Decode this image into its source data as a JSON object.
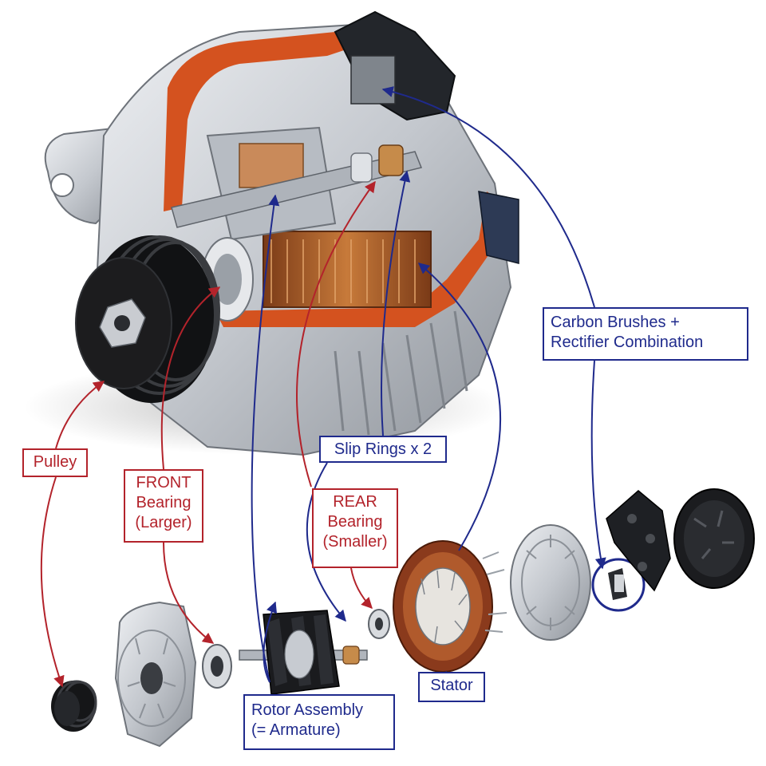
{
  "colors": {
    "red_callout": "#b3232b",
    "blue_callout": "#1f2a8c",
    "housing_aluminum": "#c8ccd2",
    "cutaway_orange": "#d4521f",
    "copper_windings": "#b8662f",
    "pulley_black": "#1c1c1e"
  },
  "callouts": {
    "pulley": {
      "lines": [
        "Pulley"
      ]
    },
    "front_bearing": {
      "lines": [
        "FRONT",
        "Bearing",
        "(Larger)"
      ]
    },
    "rear_bearing": {
      "lines": [
        "REAR",
        "Bearing",
        "(Smaller)"
      ]
    },
    "slip_rings": {
      "lines": [
        "Slip Rings x 2"
      ]
    },
    "carbon_brushes": {
      "lines": [
        "Carbon Brushes +",
        "Rectifier Combination"
      ]
    },
    "stator": {
      "lines": [
        "Stator"
      ]
    },
    "rotor_assembly": {
      "lines": [
        "Rotor Assembly",
        "(= Armature)"
      ]
    }
  }
}
